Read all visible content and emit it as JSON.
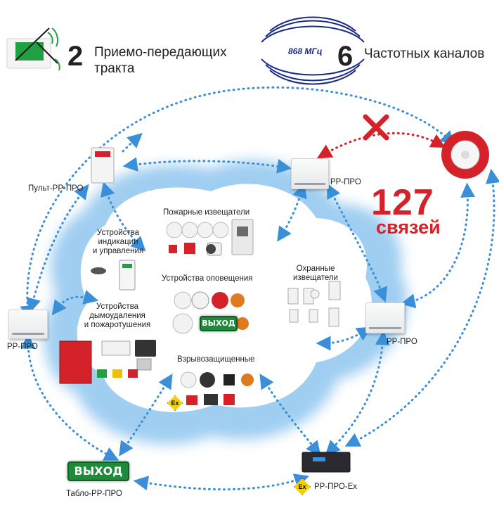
{
  "header": {
    "transceivers": {
      "number": "2",
      "text_line1": "Приемо-передающих",
      "text_line2": "тракта"
    },
    "frequency_label": "868 МГц",
    "channels": {
      "number": "6",
      "text": "Частотных каналов"
    }
  },
  "stat": {
    "number": "127",
    "text": "связей"
  },
  "nodes": {
    "pult": "Пульт-РР-ПРО",
    "rrpro_top": "РР-ПРО",
    "rrpro_left": "РР-ПРО",
    "rrpro_right": "РР-ПРО",
    "rrpro_ex": "РР-ПРО-Ex",
    "tablo": "Табло-РР-ПРО"
  },
  "groups": {
    "fire_detectors": "Пожарные извещатели",
    "indication_line1": "Устройства",
    "indication_line2": "индикации",
    "indication_line3": "и управления",
    "warning": "Устройства оповещения",
    "security_line1": "Охранные",
    "security_line2": "извещатели",
    "smoke_line1": "Устройства",
    "smoke_line2": "дымоудаления",
    "smoke_line3": "и пожаротушения",
    "explosion_proof": "Взрывозащищенные"
  },
  "signs": {
    "exit_center": "ВЫХОД",
    "exit_tablo": "ВЫХОД"
  },
  "badges": {
    "ex_a": "Ex",
    "ex_b": "Ex"
  },
  "colors": {
    "link": "#3a8fd8",
    "blocked": "#d4212a",
    "cloud": "#bfe0f6",
    "accent_red": "#d4212a",
    "exit_green": "#1e8a3a"
  },
  "icons": {
    "blocked_link": "x-icon",
    "radio_waves": "radio-wave-icon",
    "wireless_siren": "siren-icon"
  }
}
